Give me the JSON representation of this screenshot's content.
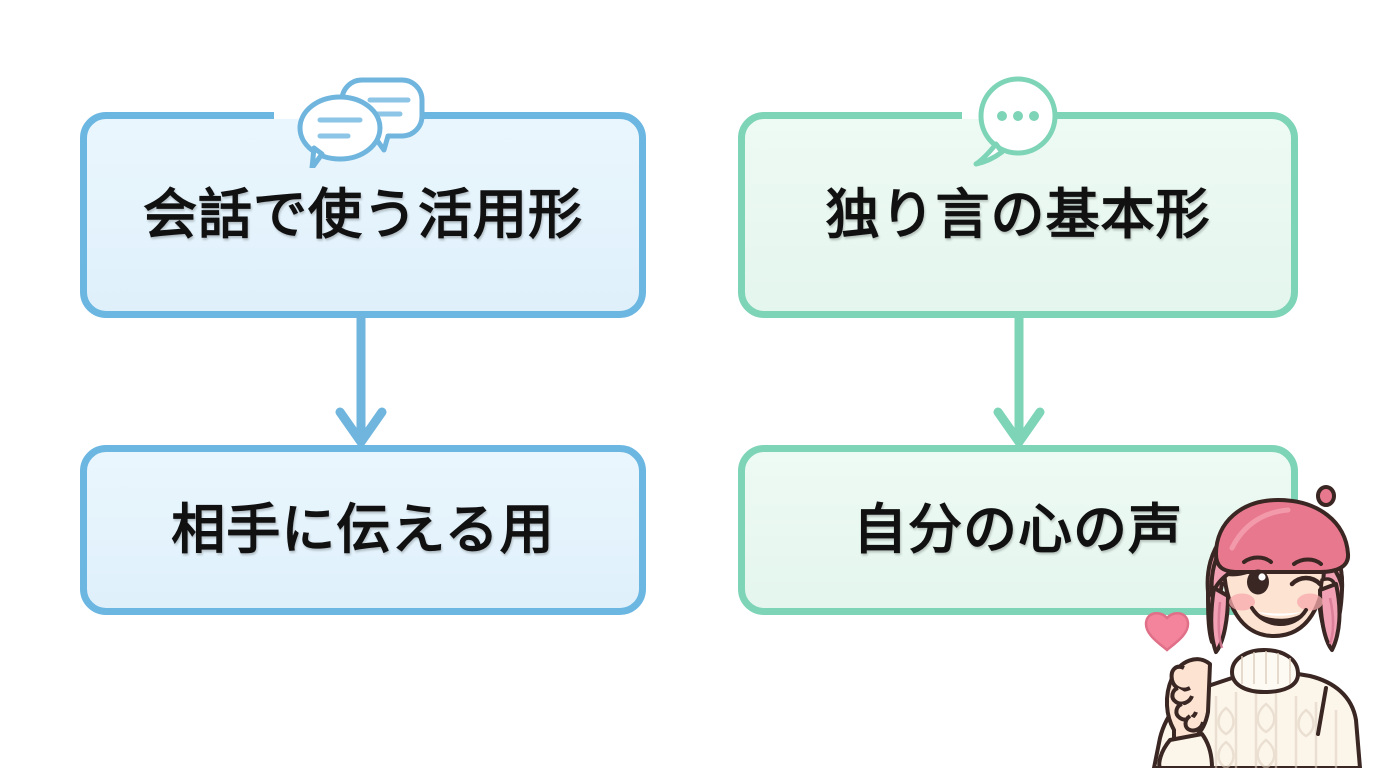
{
  "slide": {
    "background_color": "#ffffff",
    "columns": [
      {
        "id": "conversation",
        "accent_color": "#6bb7e2",
        "fill_color": "#eaf6fd",
        "icon": "two-speech-bubbles-icon",
        "top_label": "会話で使う活用形",
        "bottom_label": "相手に伝える用",
        "connector": "down-arrow"
      },
      {
        "id": "monologue",
        "accent_color": "#7ed4b6",
        "fill_color": "#eefaf4",
        "icon": "speech-bubble-dots-icon",
        "top_label": "独り言の基本形",
        "bottom_label": "自分の心の声",
        "connector": "down-arrow"
      }
    ],
    "character": {
      "name": "winking-girl-finger-heart",
      "beret_color": "#e8788e",
      "hair_color": "#f2a0b4",
      "skin_color": "#fde3d2",
      "sweater_color": "#fbf5ea",
      "heart_color": "#f4849b"
    }
  }
}
